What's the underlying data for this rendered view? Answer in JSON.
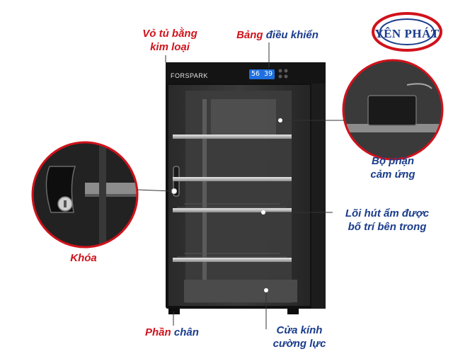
{
  "logo": {
    "text": "YÊN PHÁT"
  },
  "cabinet": {
    "brand": "FORSPARK",
    "display": "56 39"
  },
  "labels": {
    "shell": {
      "line1": "Vỏ tủ bằng",
      "line2": "kim loại"
    },
    "panel": {
      "word1": "Bảng",
      "word2": "điều khiển"
    },
    "sensor": {
      "line1": "Bộ phận",
      "line2": "cảm ứng"
    },
    "core": {
      "line1": "Lõi hút ẩm được",
      "line2": "bố trí bên trong"
    },
    "lock": {
      "text": "Khóa"
    },
    "foot": {
      "word1": "Phần",
      "word2": "chân"
    },
    "glass": {
      "line1": "Cửa kính",
      "line2": "cường lực"
    }
  },
  "colors": {
    "accent_red": "#d0121b",
    "accent_blue": "#1a3c8c",
    "display_blue": "#1e6fe0",
    "cabinet": "#111111"
  }
}
